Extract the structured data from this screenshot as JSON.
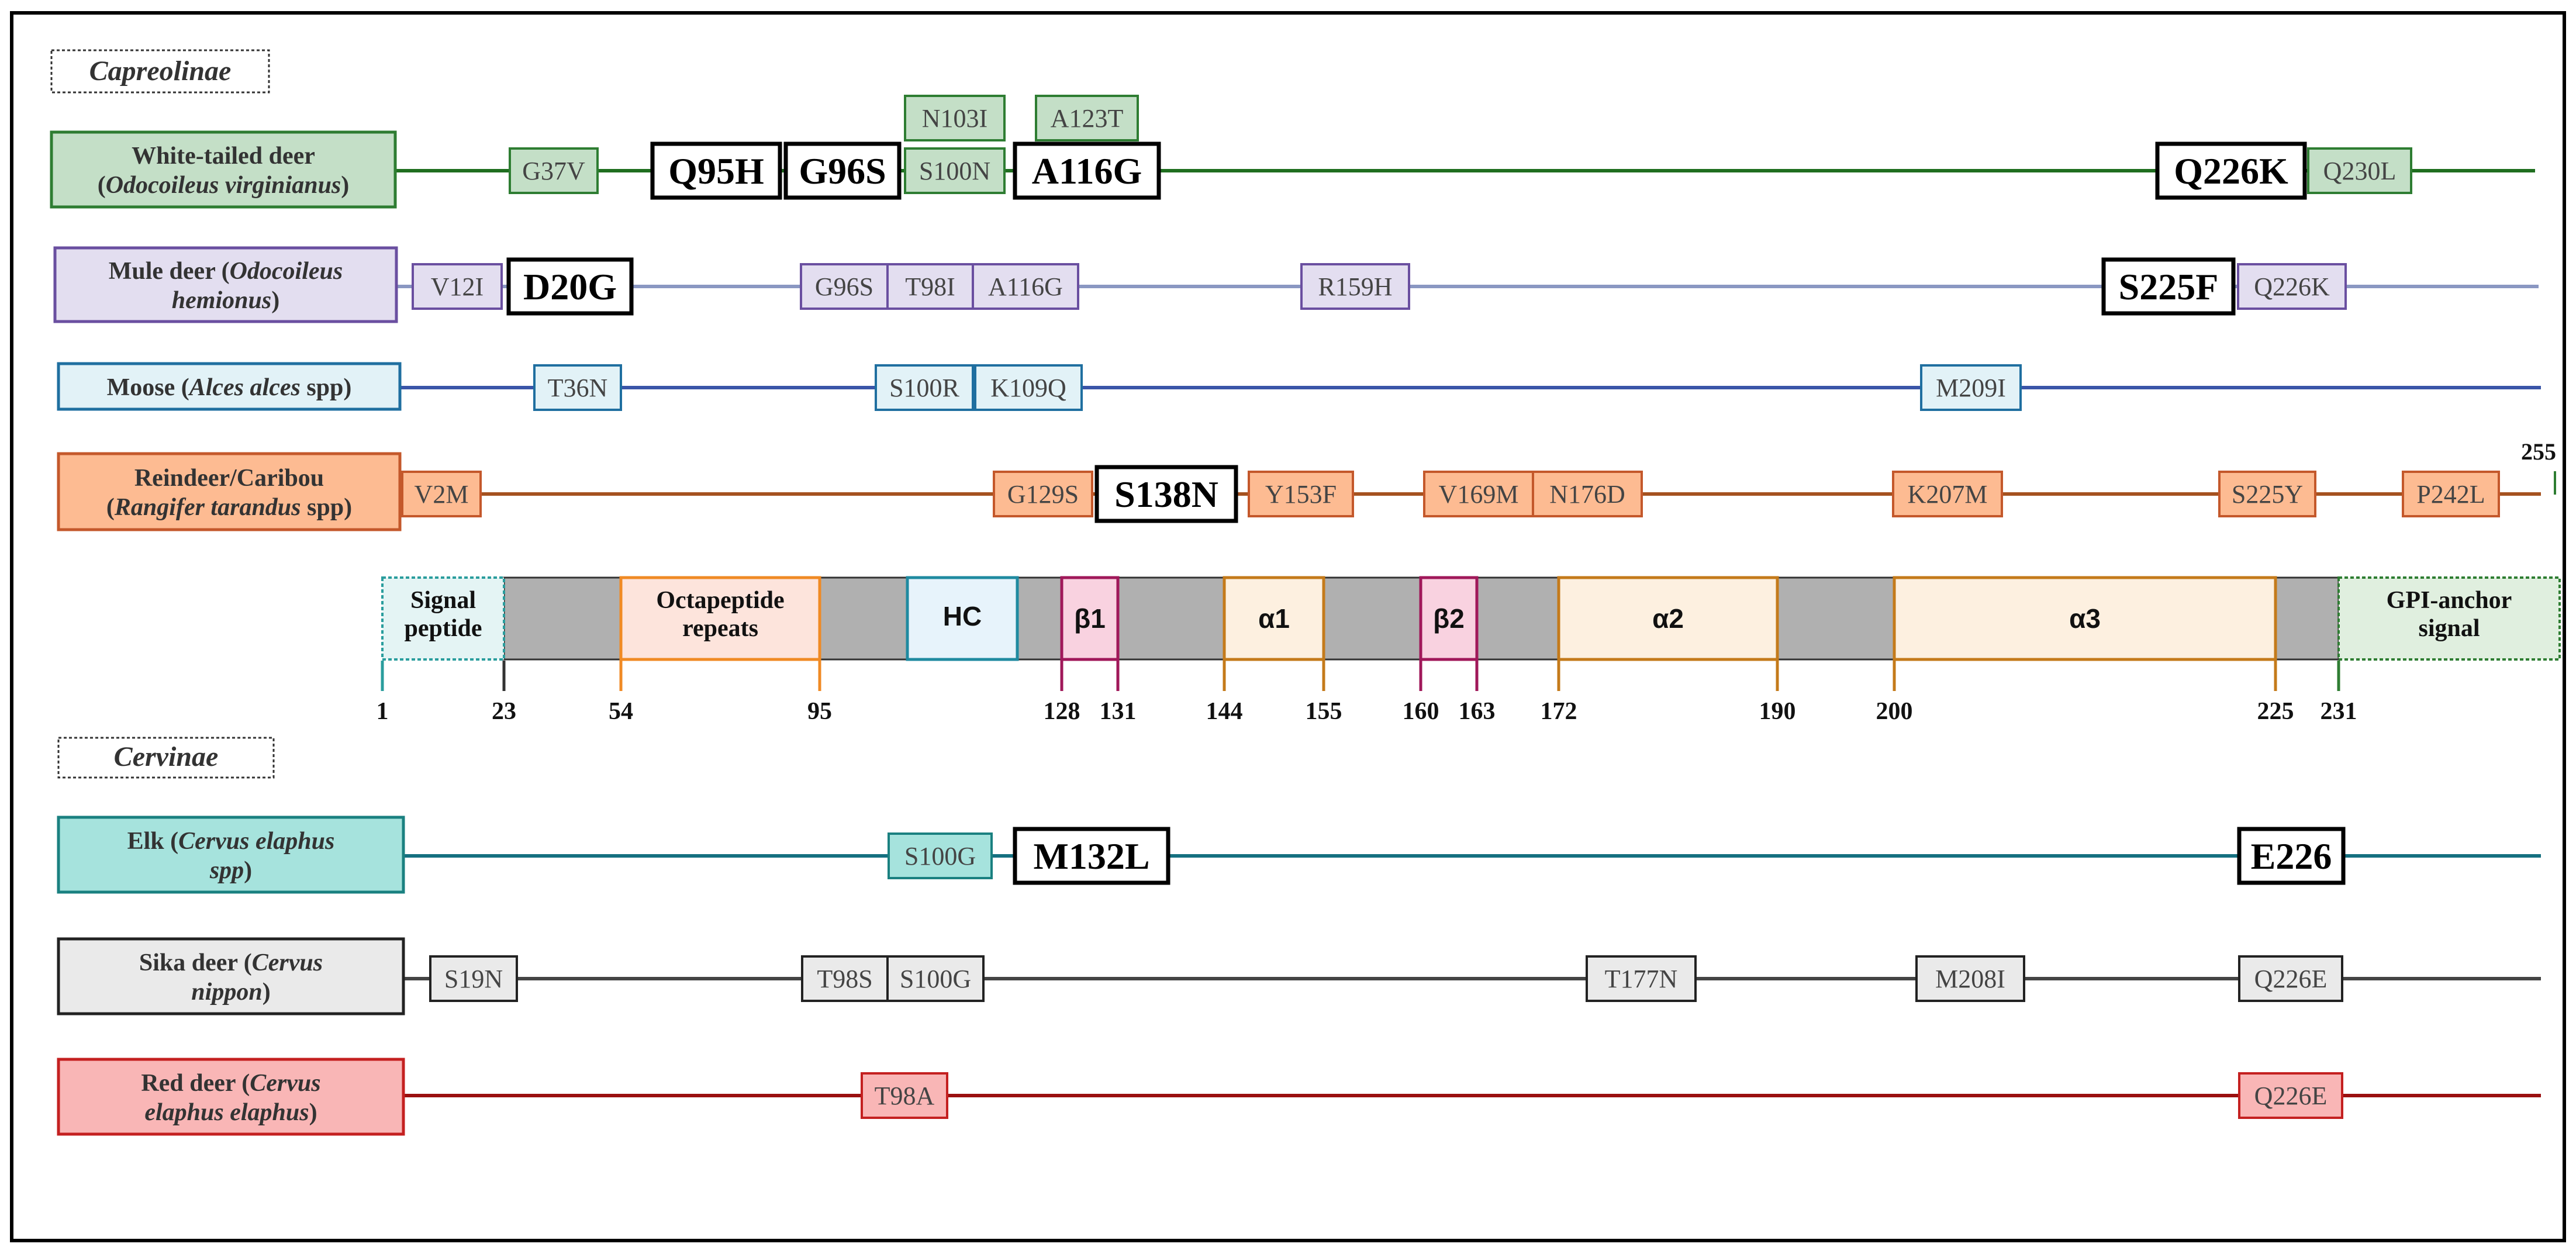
{
  "groups": {
    "capreolinae": "Capreolinae",
    "cervinae": "Cervinae"
  },
  "species": [
    {
      "id": "white-tailed-deer",
      "label_lines": [
        [
          "White-tailed deer",
          ""
        ],
        [
          "(",
          "Odocoileus virginianus",
          ")"
        ]
      ],
      "fill": "#c4dfc7",
      "stroke": "#2e7d32",
      "line": "#1f6e1f"
    },
    {
      "id": "mule-deer",
      "label_lines": [
        [
          "Mule deer (",
          "Odocoileus",
          ""
        ],
        [
          "",
          "hemionus",
          ")"
        ]
      ],
      "fill": "#e3def0",
      "stroke": "#6a4fa0",
      "line": "#8a97c2"
    },
    {
      "id": "moose",
      "label_lines": [
        [
          "Moose (",
          "Alces alces",
          " spp)"
        ]
      ],
      "fill": "#e2f2f7",
      "stroke": "#1f6fa0",
      "line": "#3a55a8"
    },
    {
      "id": "reindeer",
      "label_lines": [
        [
          "Reindeer/Caribou",
          ""
        ],
        [
          "(",
          "Rangifer tarandus",
          " spp)"
        ]
      ],
      "fill": "#fdbb92",
      "stroke": "#c4582b",
      "line": "#a5521f"
    },
    {
      "id": "elk",
      "label_lines": [
        [
          "Elk (",
          "Cervus elaphus",
          ""
        ],
        [
          "",
          "spp",
          ")"
        ]
      ],
      "fill": "#a6e3dd",
      "stroke": "#1a8080",
      "line": "#157080"
    },
    {
      "id": "sika-deer",
      "label_lines": [
        [
          "Sika deer (",
          "Cervus",
          ""
        ],
        [
          "",
          "nippon",
          ")"
        ]
      ],
      "fill": "#eaeaea",
      "stroke": "#222222",
      "line": "#444444"
    },
    {
      "id": "red-deer",
      "label_lines": [
        [
          "Red deer (",
          "Cervus",
          ""
        ],
        [
          "",
          "elaphus elaphus",
          ")"
        ]
      ],
      "fill": "#f9b6b6",
      "stroke": "#c42020",
      "line": "#9a1010"
    }
  ],
  "mutations": {
    "white-tailed-deer": [
      "G37V",
      "Q95H",
      "G96S",
      "S100N",
      "N103I",
      "A116G",
      "A123T",
      "Q226K",
      "Q230L"
    ],
    "mule-deer": [
      "V12I",
      "D20G",
      "G96S",
      "T98I",
      "A116G",
      "R159H",
      "S225F",
      "Q226K"
    ],
    "moose": [
      "T36N",
      "S100R",
      "K109Q",
      "M209I"
    ],
    "reindeer": [
      "V2M",
      "G129S",
      "S138N",
      "Y153F",
      "V169M",
      "N176D",
      "K207M",
      "S225Y",
      "P242L"
    ],
    "elk": [
      "S100G",
      "M132L",
      "E226"
    ],
    "sika-deer": [
      "S19N",
      "T98S",
      "S100G",
      "T177N",
      "M208I",
      "Q226E"
    ],
    "red-deer": [
      "T98A",
      "Q226E"
    ]
  },
  "domains": {
    "signal_peptide": [
      "Signal",
      "peptide"
    ],
    "octapeptide": [
      "Octapeptide",
      "repeats"
    ],
    "hc": "HC",
    "beta1": "β1",
    "alpha1": "α1",
    "beta2": "β2",
    "alpha2": "α2",
    "alpha3": "α3",
    "gpi": [
      "GPI-anchor",
      "signal"
    ]
  },
  "positions": [
    "1",
    "23",
    "54",
    "95",
    "128",
    "131",
    "144",
    "155",
    "160",
    "163",
    "172",
    "190",
    "200",
    "225",
    "231"
  ],
  "end_label": "255",
  "colors": {
    "signal": "#2a9d9d",
    "octapeptide": "#f08a24",
    "hc": "#1f8aa0",
    "beta": "#a0185a",
    "alpha": "#c47a1a",
    "gpi": "#2e7d32",
    "gray_block": "#b0b0b0"
  }
}
